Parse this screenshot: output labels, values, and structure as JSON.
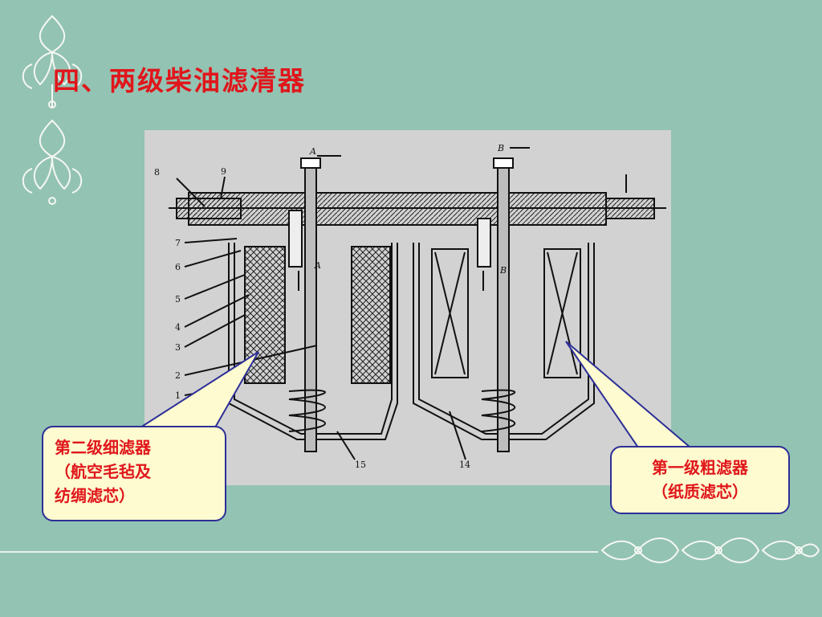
{
  "slide": {
    "title": "四、两级柴油滤清器",
    "callout_fine": {
      "lines": [
        "第二级细滤器",
        "（航空毛毡及",
        "纺绸滤芯）"
      ]
    },
    "callout_coarse": {
      "lines": [
        "第一级粗滤器",
        "（纸质滤芯）"
      ]
    },
    "figure_labels": {
      "n1": "1",
      "n2": "2",
      "n3": "3",
      "n4": "4",
      "n5": "5",
      "n6": "6",
      "n7": "7",
      "n8": "8",
      "n9": "9",
      "n14": "14",
      "n15": "15",
      "a_top": "A",
      "a_mid": "A",
      "b_top": "B",
      "b_mid": "B"
    },
    "colors": {
      "background": "#93c3b3",
      "title": "#e0161b",
      "callout_fill": "#fdfbcf",
      "callout_border": "#2d2f98",
      "figure_bg": "#d2d2d2"
    }
  }
}
